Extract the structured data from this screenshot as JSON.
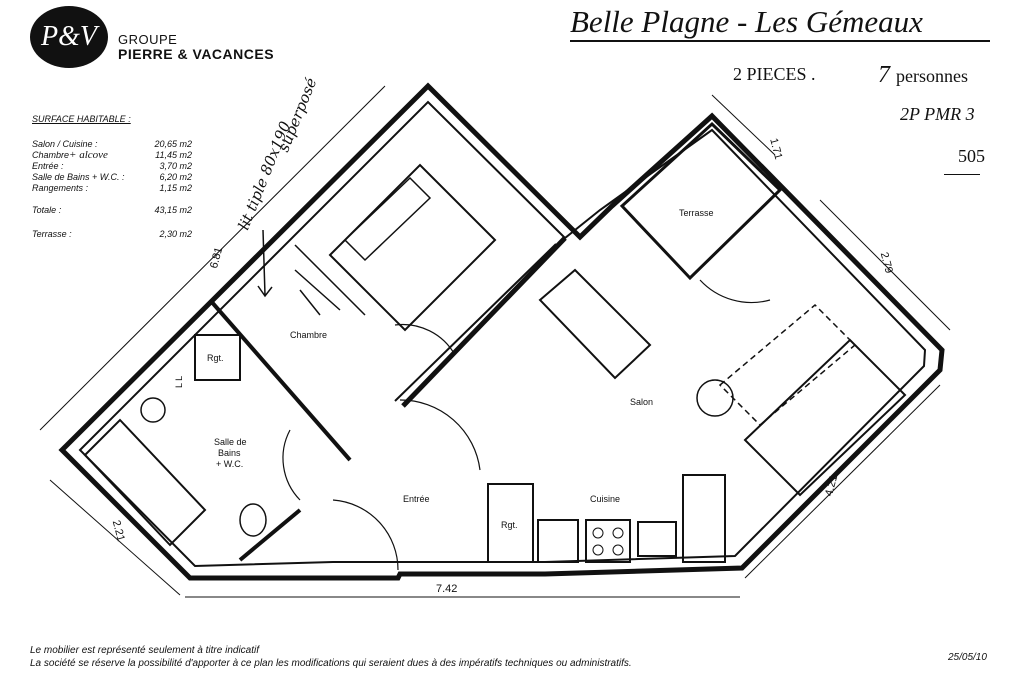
{
  "brand": {
    "logo": "P&V",
    "line1": "GROUPE",
    "line2": "PIERRE & VACANCES"
  },
  "header": {
    "title": "Belle Plagne - Les Gémeaux",
    "pieces": "2 PIECES .",
    "persons_num": "7",
    "persons_label": "personnes",
    "ref": "2P PMR 3",
    "lot": "505"
  },
  "surfaces": {
    "title": "SURFACE HABITABLE :",
    "rows": [
      {
        "label": "Salon / Cuisine :",
        "value": "20,65 m2"
      },
      {
        "label": "Chambre",
        "handwritten": "+ alcove",
        "value": "11,45 m2"
      },
      {
        "label": "Entrée :",
        "value": "3,70 m2"
      },
      {
        "label": "Salle de Bains + W.C. :",
        "value": "6,20 m2"
      },
      {
        "label": "Rangements :",
        "value": "1,15 m2"
      }
    ],
    "total": {
      "label": "Totale :",
      "value": "43,15 m2"
    },
    "terrasse": {
      "label": "Terrasse :",
      "value": "2,30 m2"
    }
  },
  "rooms": {
    "chambre": "Chambre",
    "rgt1": "Rgt.",
    "sdb1": "Salle de",
    "sdb2": "Bains",
    "sdb3": "+ W.C.",
    "entree": "Entrée",
    "rgt2": "Rgt.",
    "cuisine": "Cuisine",
    "salon": "Salon",
    "terrasse": "Terrasse",
    "ll": "L L"
  },
  "dimensions": {
    "d681": "6.81",
    "d171": "1.71",
    "d279": "2.79",
    "d421": "4.21",
    "d221": "2.21",
    "d742": "7.42"
  },
  "annotation": {
    "line1": "lit tiple 80x190",
    "line2": "superposé"
  },
  "footer": {
    "line1": "Le mobilier est représenté seulement à titre indicatif",
    "line2": "La société se réserve la possibilité d'apporter à ce plan les modifications qui seraient dues à des impératifs techniques ou administratifs.",
    "date": "25/05/10"
  }
}
